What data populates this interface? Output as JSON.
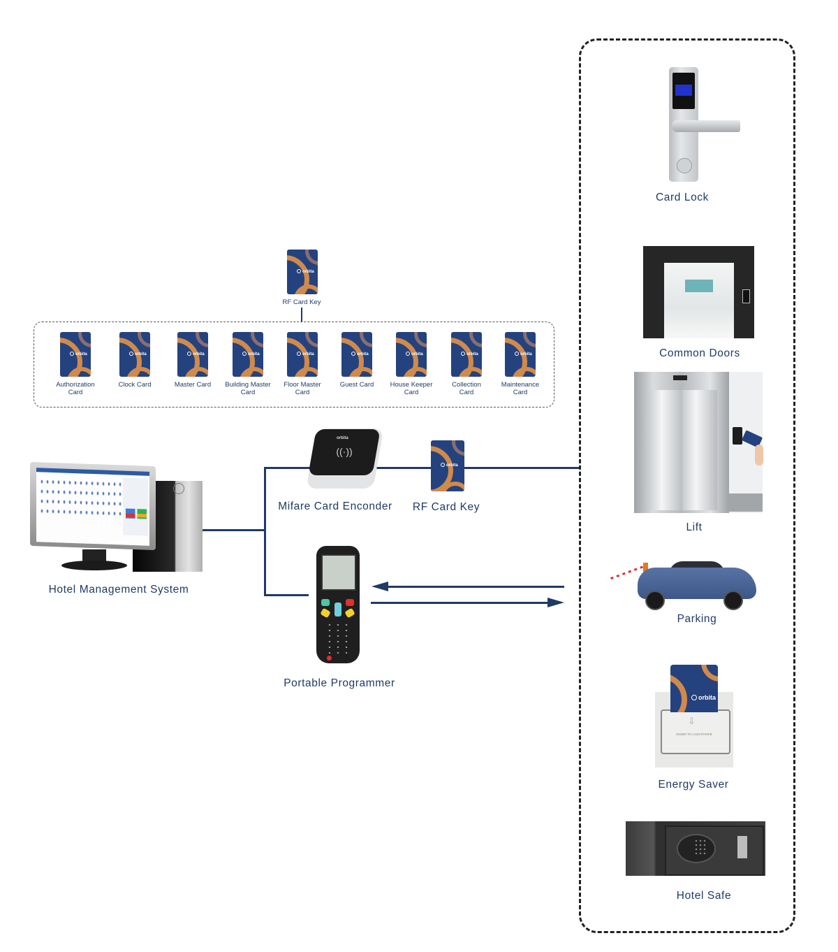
{
  "diagram": {
    "top_card": {
      "label": "RF Card Key",
      "brand": "orbita"
    },
    "card_types": [
      {
        "label": "Authorization Card"
      },
      {
        "label": "Clock Card"
      },
      {
        "label": "Master Card"
      },
      {
        "label": "Building Master Card"
      },
      {
        "label": "Floor Master Card"
      },
      {
        "label": "Guest Card"
      },
      {
        "label": "House Keeper Card"
      },
      {
        "label": "Collection Card"
      },
      {
        "label": "Maintenance Card"
      }
    ],
    "system": {
      "label": "Hotel Management System"
    },
    "encoder": {
      "label": "Mifare Card Enconder",
      "brand": "orbita",
      "icon": "nfc-waves-icon"
    },
    "rf_card": {
      "label": "RF Card Key",
      "brand": "orbita"
    },
    "programmer": {
      "label": "Portable Programmer"
    },
    "devices": [
      {
        "label": "Card Lock"
      },
      {
        "label": "Common Doors"
      },
      {
        "label": "Lift"
      },
      {
        "label": "Parking"
      },
      {
        "label": "Energy Saver",
        "plate_text": "INSERT TO GAIN POWER",
        "brand": "orbita"
      },
      {
        "label": "Hotel Safe"
      }
    ],
    "colors": {
      "line": "#1f3a66",
      "card_blue": "#24427e",
      "card_orange": "#d08a4b"
    }
  }
}
